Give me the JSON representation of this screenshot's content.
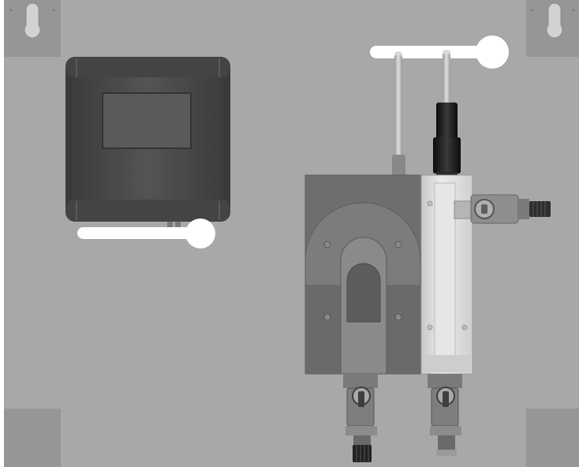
{
  "diagram": {
    "kind": "water treatment panel rendering",
    "colors": {
      "background": "#ffffff",
      "panel": "#a8a8a8",
      "corner_pad": "#969696",
      "controller_body": "#4c4c4c",
      "controller_frame": "#3a3a3a",
      "controller_screen": "#585858",
      "pump_housing": "#6f6f6f",
      "flow_cell": "#d9d9d9",
      "probe_dark": "#1e1e1e",
      "probe_light": "#c6c6c6",
      "callout": "#ffffff"
    },
    "components": [
      {
        "id": "mount-keyhole-tl",
        "icon": "keyhole-icon"
      },
      {
        "id": "mount-keyhole-tr",
        "icon": "keyhole-icon"
      },
      {
        "id": "corner-pad-bl"
      },
      {
        "id": "corner-pad-br"
      },
      {
        "id": "controller-unit"
      },
      {
        "id": "pump-housing"
      },
      {
        "id": "flow-cell"
      },
      {
        "id": "probe-black"
      },
      {
        "id": "probe-light-left"
      },
      {
        "id": "probe-light-right"
      },
      {
        "id": "inlet-valve-right"
      },
      {
        "id": "outlet-valve-left"
      },
      {
        "id": "outlet-valve-right"
      },
      {
        "id": "callout-top"
      },
      {
        "id": "callout-left"
      }
    ]
  }
}
